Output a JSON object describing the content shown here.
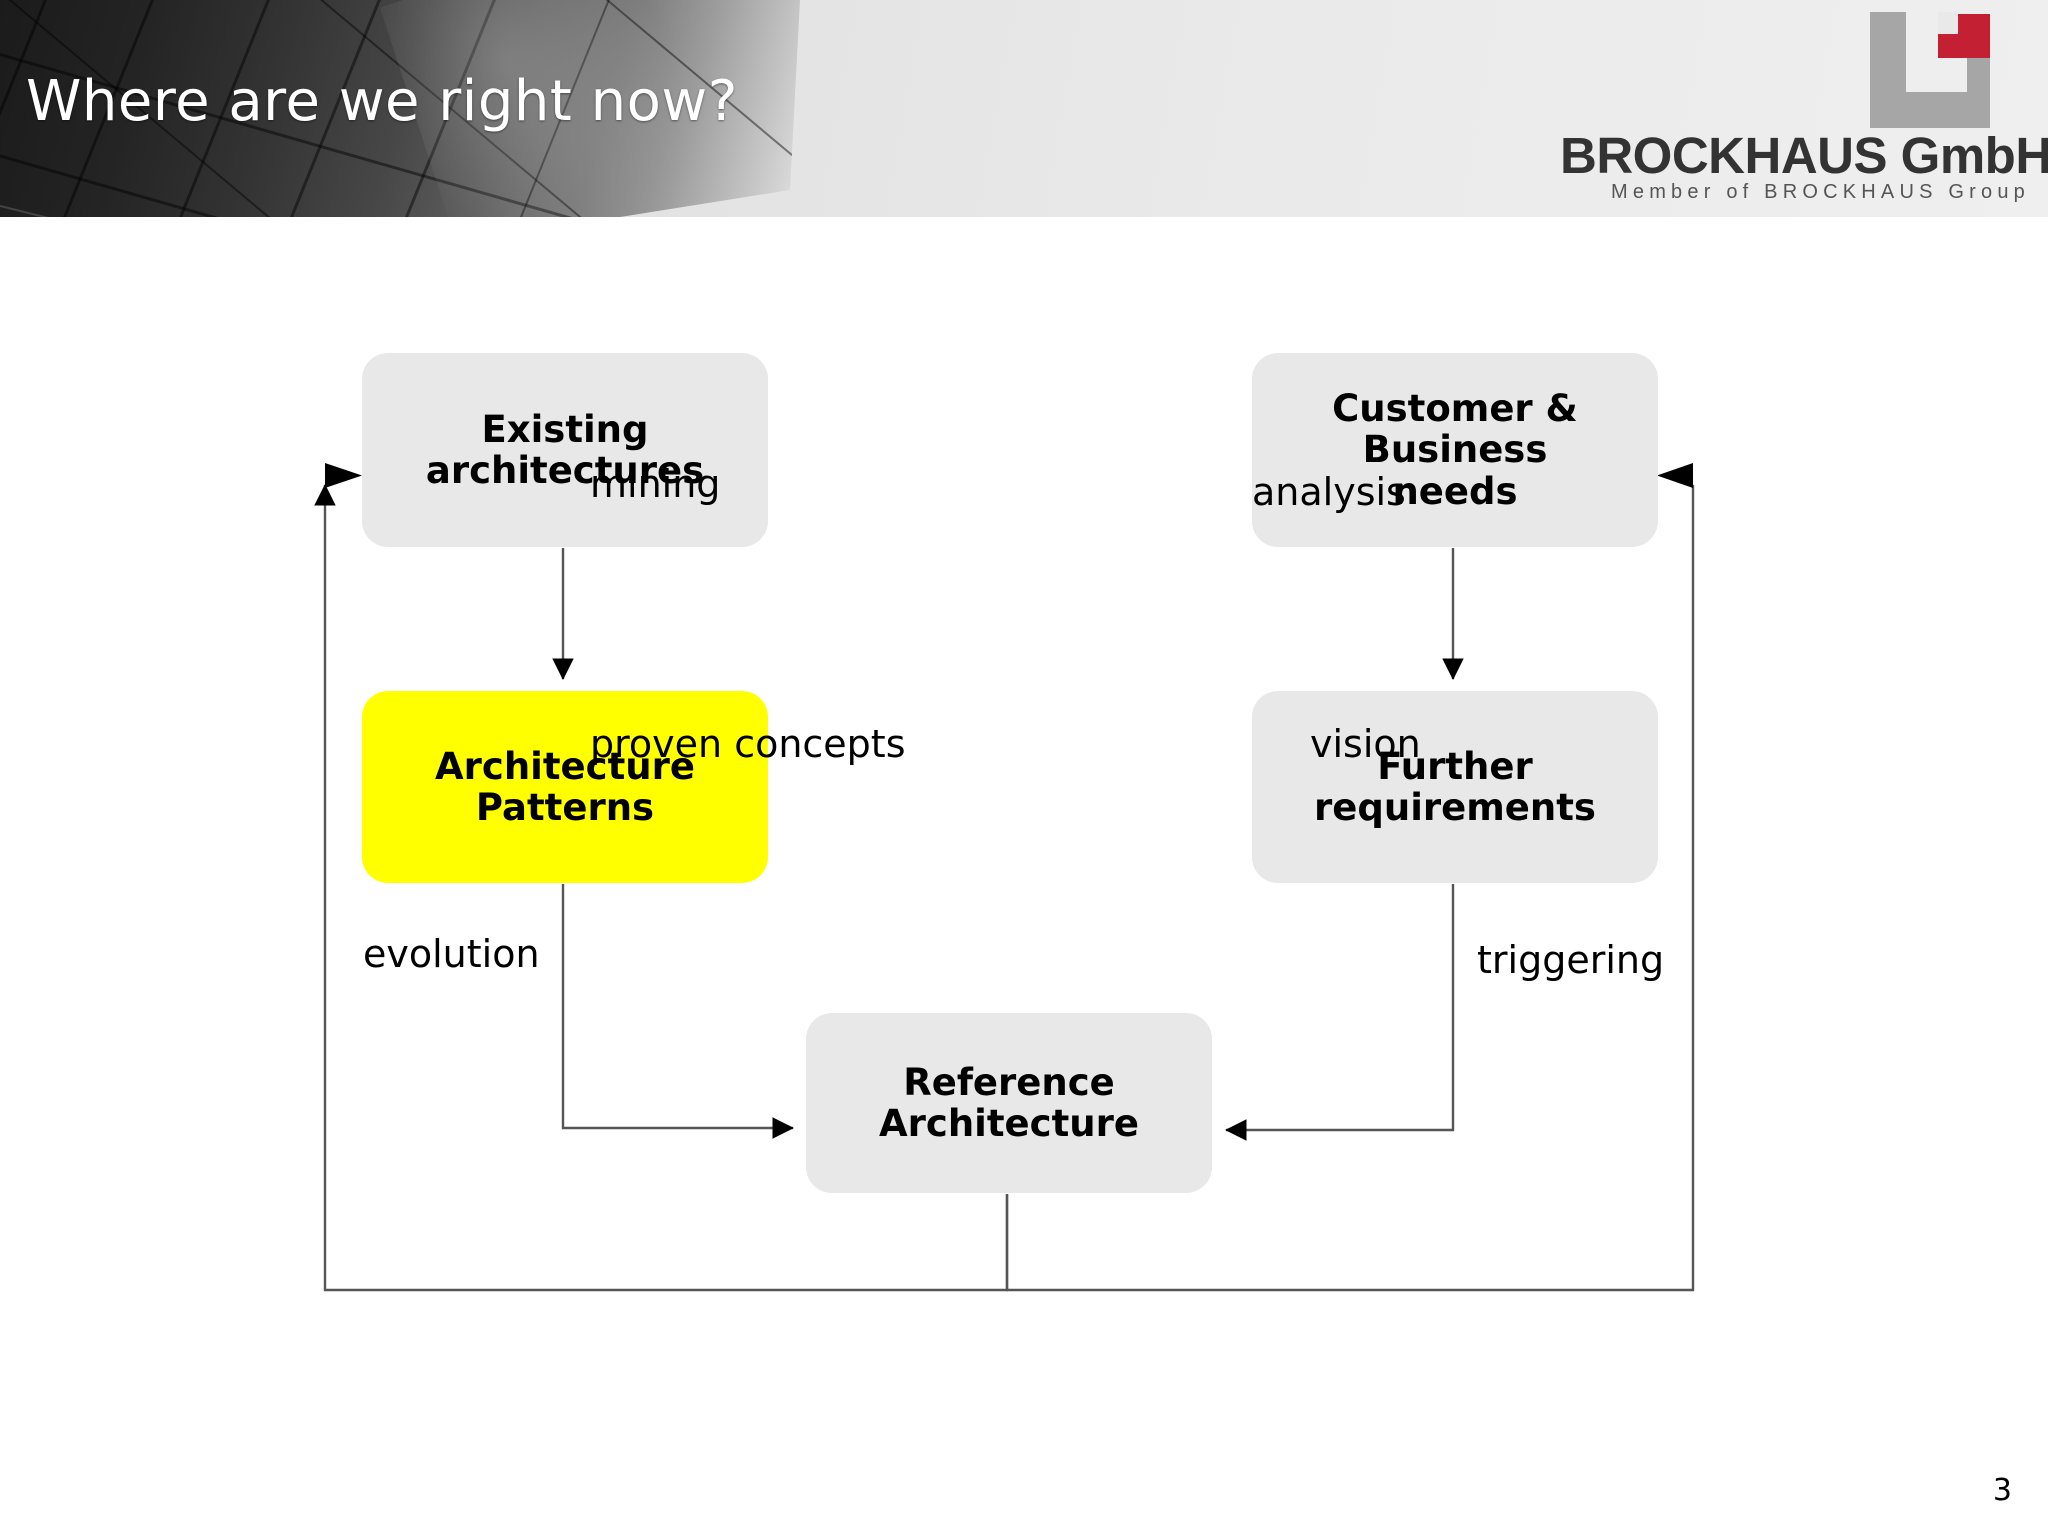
{
  "slide": {
    "title": "Where are we right now?",
    "page_number": "3",
    "background_color": "#ffffff"
  },
  "brand": {
    "name": "BROCKHAUS GmbH",
    "tagline": "Member of BROCKHAUS Group",
    "mark_gray": "#a6a6a6",
    "mark_red": "#c32034",
    "name_color": "#333333"
  },
  "diagram": {
    "type": "flow",
    "node_fill": "#e8e8e8",
    "highlight_fill": "#ffff00",
    "nodes": [
      {
        "id": "existing",
        "label": "Existing\narchitectures",
        "line1": "Existing",
        "line2": "architectures",
        "line3": "",
        "highlight": false
      },
      {
        "id": "patterns",
        "label": "Architecture\nPatterns",
        "line1": "Architecture",
        "line2": "Patterns",
        "line3": "",
        "highlight": true
      },
      {
        "id": "customer",
        "label": "Customer &\nBusiness\nneeds",
        "line1": "Customer &",
        "line2": "Business",
        "line3": "needs",
        "highlight": false
      },
      {
        "id": "further",
        "label": "Further\nrequirements",
        "line1": "Further",
        "line2": "requirements",
        "line3": "",
        "highlight": false
      },
      {
        "id": "reference",
        "label": "Reference\nArchitecture",
        "line1": "Reference",
        "line2": "Architecture",
        "line3": "",
        "highlight": false
      }
    ],
    "edges": [
      {
        "id": "mining",
        "label": "mining",
        "from": "existing",
        "to": "patterns"
      },
      {
        "id": "analysis",
        "label": "analysis",
        "from": "customer",
        "to": "further"
      },
      {
        "id": "proven",
        "label": "proven concepts",
        "from": "patterns",
        "to": "reference"
      },
      {
        "id": "vision",
        "label": "vision",
        "from": "further",
        "to": "reference"
      },
      {
        "id": "evolution",
        "label": "evolution",
        "from": "reference",
        "to": "existing"
      },
      {
        "id": "triggering",
        "label": "triggering",
        "from": "reference",
        "to": "customer"
      }
    ]
  }
}
